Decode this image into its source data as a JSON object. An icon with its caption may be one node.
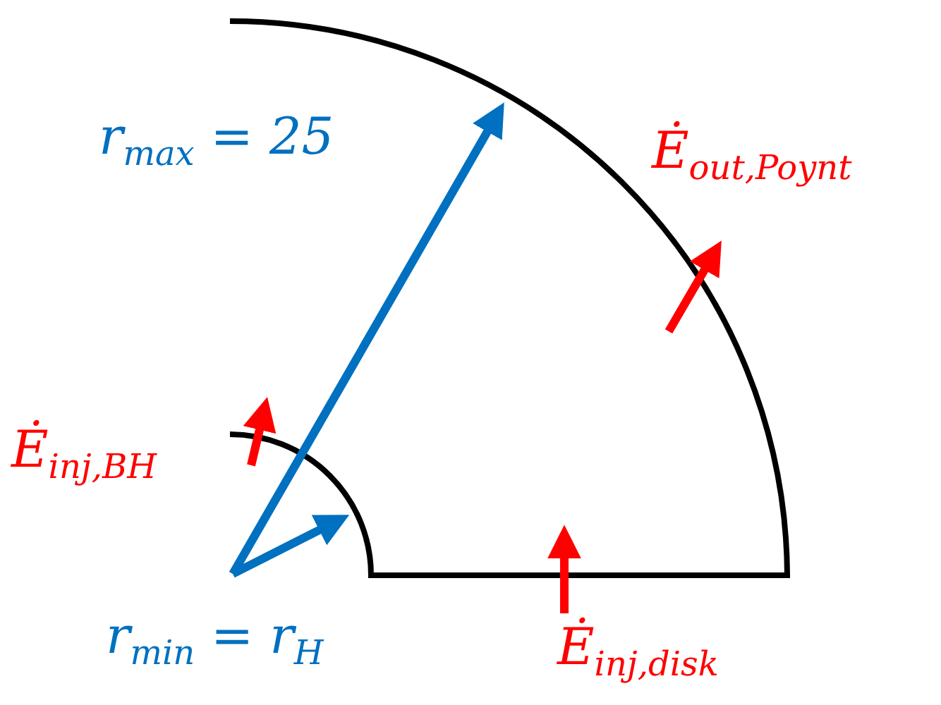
{
  "diagram": {
    "labels": [
      "r$_{max}$ = 25",
      "Ė$_{out,Poynt}$",
      "Ė$_{inj,BH}$",
      "r$_{min}$ = r$_{H}$",
      "Ė$_{inj,disk}$"
    ]
  }
}
